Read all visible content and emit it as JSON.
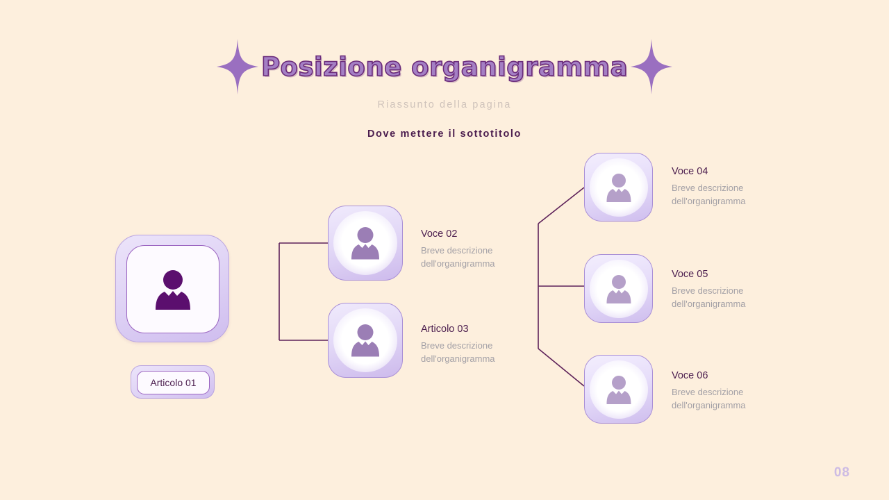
{
  "slide": {
    "title": "Posizione organigramma",
    "subtitle": "Riassunto della pagina",
    "sub_subtitle": "Dove mettere il sottotitolo",
    "page_number": "08",
    "background_color": "#fdefdd",
    "accent_color": "#8a5fb0",
    "title_color": "#a47fc4",
    "title_outline_color": "#6a2a7a",
    "heading_color": "#4b1d4e",
    "description_color": "#a3a0a6",
    "connector_color": "#5d2159"
  },
  "root": {
    "label": "Articolo 01",
    "icon": "person-icon"
  },
  "level2": [
    {
      "title": "Voce 02",
      "description_line1": "Breve descrizione",
      "description_line2": "dell'organigramma",
      "icon": "person-icon"
    },
    {
      "title": "Articolo 03",
      "description_line1": "Breve descrizione",
      "description_line2": "dell'organigramma",
      "icon": "person-icon"
    }
  ],
  "level3": [
    {
      "title": "Voce 04",
      "description_line1": "Breve descrizione",
      "description_line2": "dell'organigramma",
      "icon": "person-icon"
    },
    {
      "title": "Voce 05",
      "description_line1": "Breve descrizione",
      "description_line2": "dell'organigramma",
      "icon": "person-icon"
    },
    {
      "title": "Voce 06",
      "description_line1": "Breve descrizione",
      "description_line2": "dell'organigramma",
      "icon": "person-icon"
    }
  ],
  "decorations": {
    "sparkle_left": "sparkle-icon",
    "sparkle_right": "sparkle-icon"
  }
}
